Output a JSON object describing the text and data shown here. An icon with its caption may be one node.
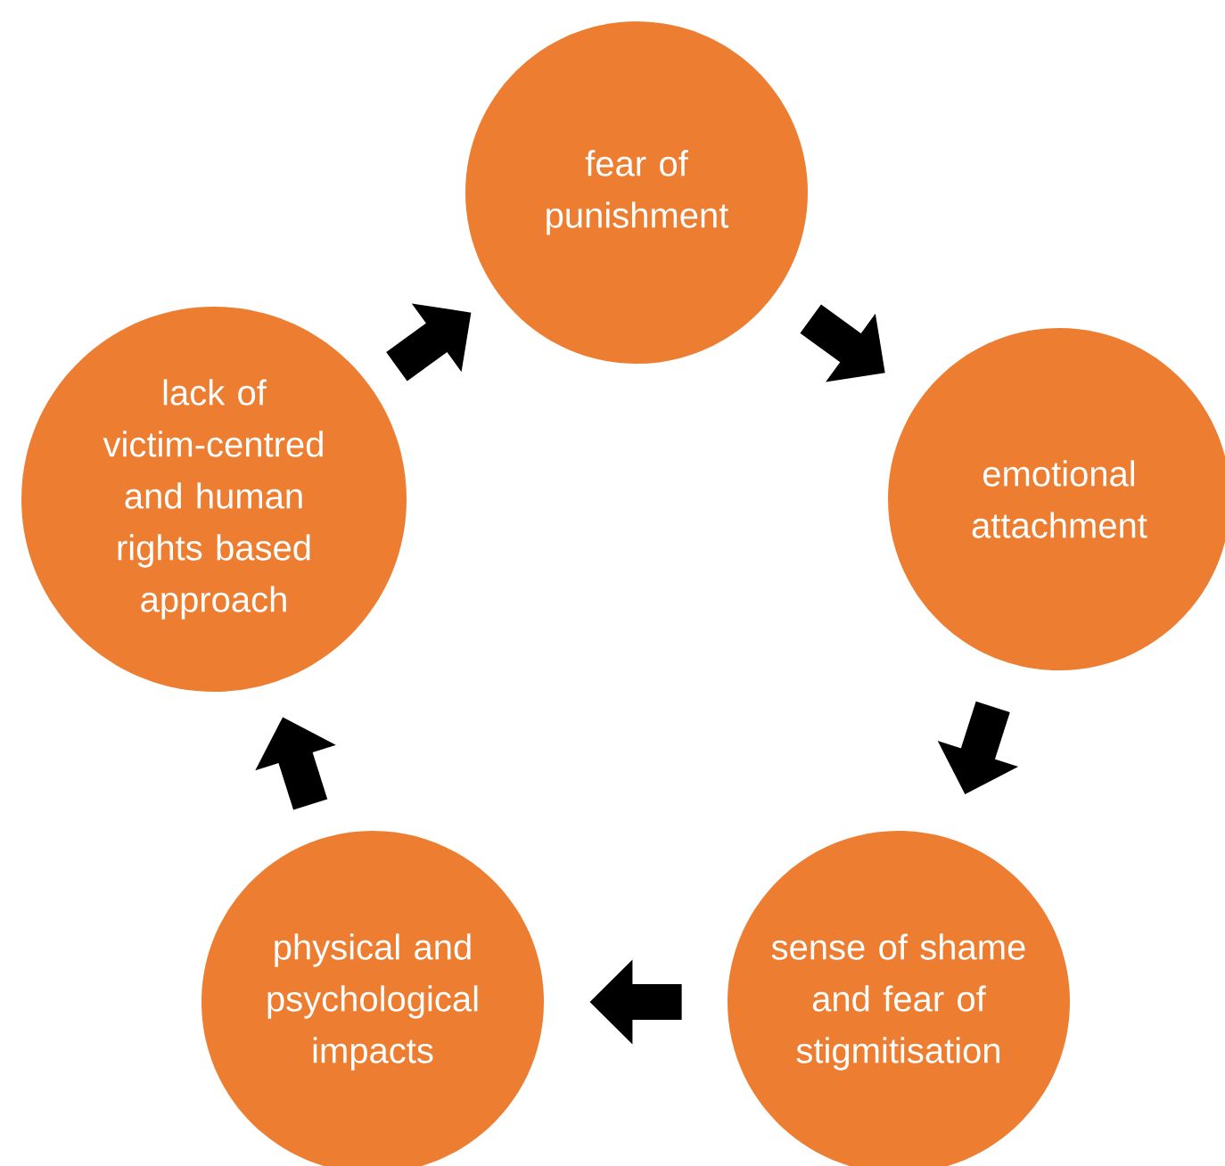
{
  "diagram": {
    "nodes": [
      {
        "text": [
          "fear of punishment"
        ]
      },
      {
        "text": [
          "emotional attachment"
        ]
      },
      {
        "text": [
          "sense of shame and fear of stigmitisation"
        ]
      },
      {
        "text": [
          "physical and psychological impacts"
        ]
      },
      {
        "text": [
          "lack of victim-centred and human rights based approach"
        ]
      }
    ],
    "edges": [
      {
        "from": 0,
        "to": 1,
        "arrow": "to"
      },
      {
        "from": 1,
        "to": 2,
        "arrow": "to"
      },
      {
        "from": 2,
        "to": 3,
        "arrow": "to"
      },
      {
        "from": 3,
        "to": 4,
        "arrow": "to"
      },
      {
        "from": 4,
        "to": 0,
        "arrow": "to"
      }
    ]
  }
}
